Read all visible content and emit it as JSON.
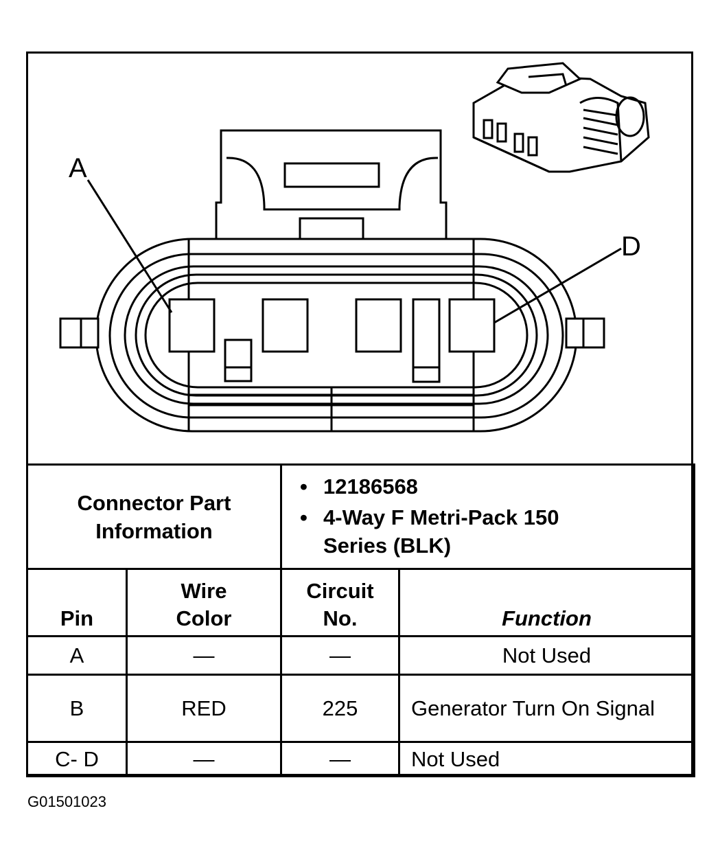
{
  "diagram": {
    "callouts": {
      "a": "A",
      "d": "D"
    }
  },
  "connector_info": {
    "label": "Connector Part Information",
    "bullets": [
      "12186568",
      "4-Way F Metri-Pack 150 Series (BLK)"
    ]
  },
  "pin_table": {
    "headers": {
      "pin": "Pin",
      "wire_color": "Wire Color",
      "circuit": "Circuit No.",
      "function": "Function"
    },
    "rows": [
      {
        "pin": "A",
        "wire_color": "—",
        "circuit": "—",
        "function": "Not Used"
      },
      {
        "pin": "B",
        "wire_color": "RED",
        "circuit": "225",
        "function": "Generator Turn On Signal"
      },
      {
        "pin": "C- D",
        "wire_color": "—",
        "circuit": "—",
        "function": "Not Used"
      }
    ]
  },
  "figure_id": "G01501023"
}
